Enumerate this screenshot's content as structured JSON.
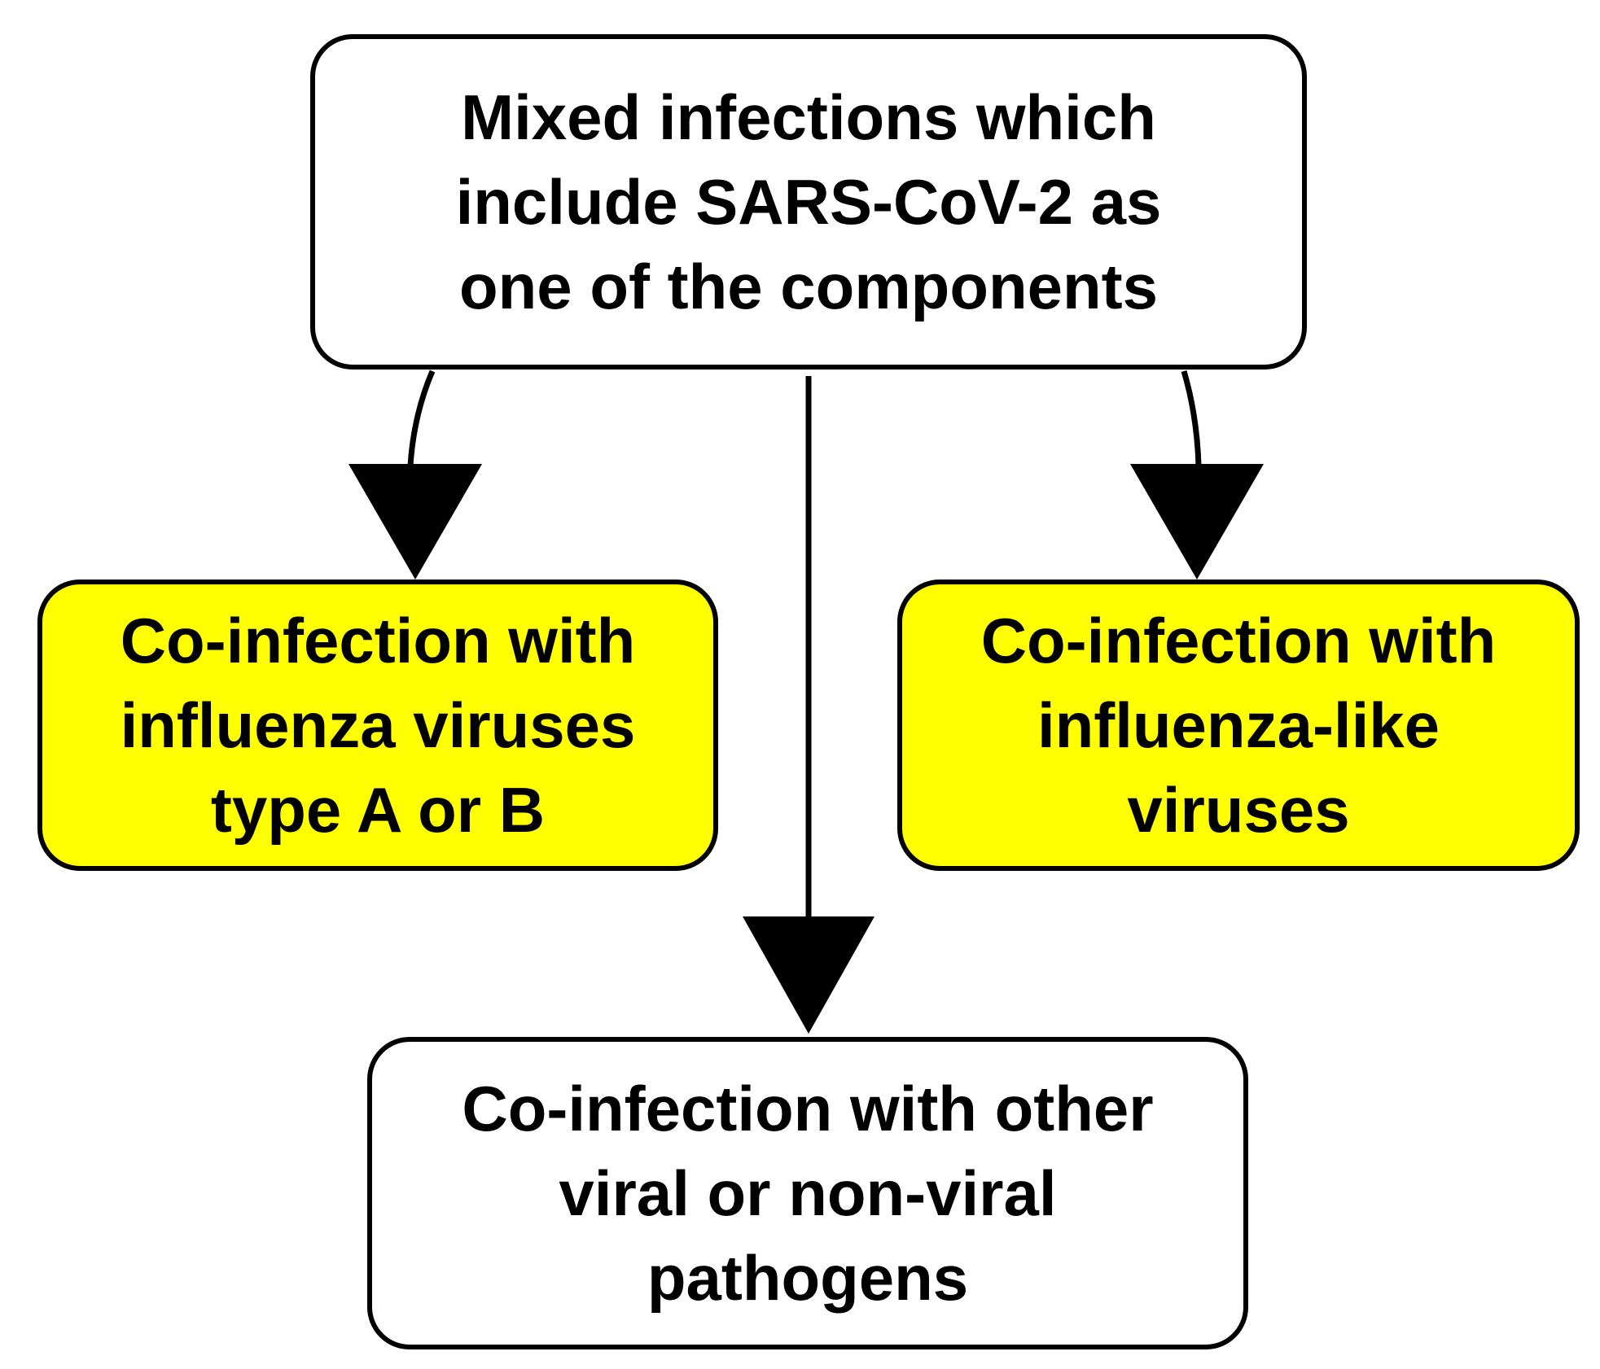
{
  "diagram": {
    "root": {
      "lines": [
        "Mixed infections which",
        "include SARS-CoV-2 as",
        "one of the components"
      ],
      "fill": "#ffffff"
    },
    "children": [
      {
        "id": "influenza",
        "lines": [
          "Co-infection with",
          "influenza viruses",
          "type A or B"
        ],
        "fill": "#ffff00"
      },
      {
        "id": "influenza-like",
        "lines": [
          "Co-infection with",
          "influenza-like",
          "viruses"
        ],
        "fill": "#ffff00"
      },
      {
        "id": "other",
        "lines": [
          "Co-infection with other",
          "viral or non-viral",
          "pathogens"
        ],
        "fill": "#ffffff"
      }
    ],
    "edges": [
      {
        "from": "root",
        "to": "influenza"
      },
      {
        "from": "root",
        "to": "other"
      },
      {
        "from": "root",
        "to": "influenza-like"
      }
    ],
    "colors": {
      "stroke": "#000000",
      "highlight": "#ffff00",
      "background": "#ffffff"
    }
  }
}
